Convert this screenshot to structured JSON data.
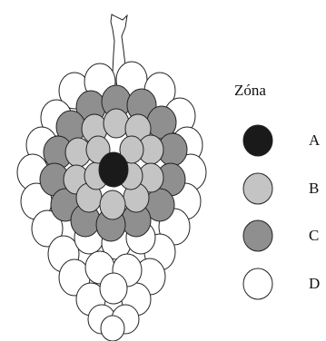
{
  "legend": {
    "title": "Zóna",
    "items": [
      {
        "label": "A",
        "color": "#1a1a1a"
      },
      {
        "label": "B",
        "color": "#c4c4c4"
      },
      {
        "label": "C",
        "color": "#8f8f8f"
      },
      {
        "label": "D",
        "color": "#ffffff"
      }
    ]
  }
}
